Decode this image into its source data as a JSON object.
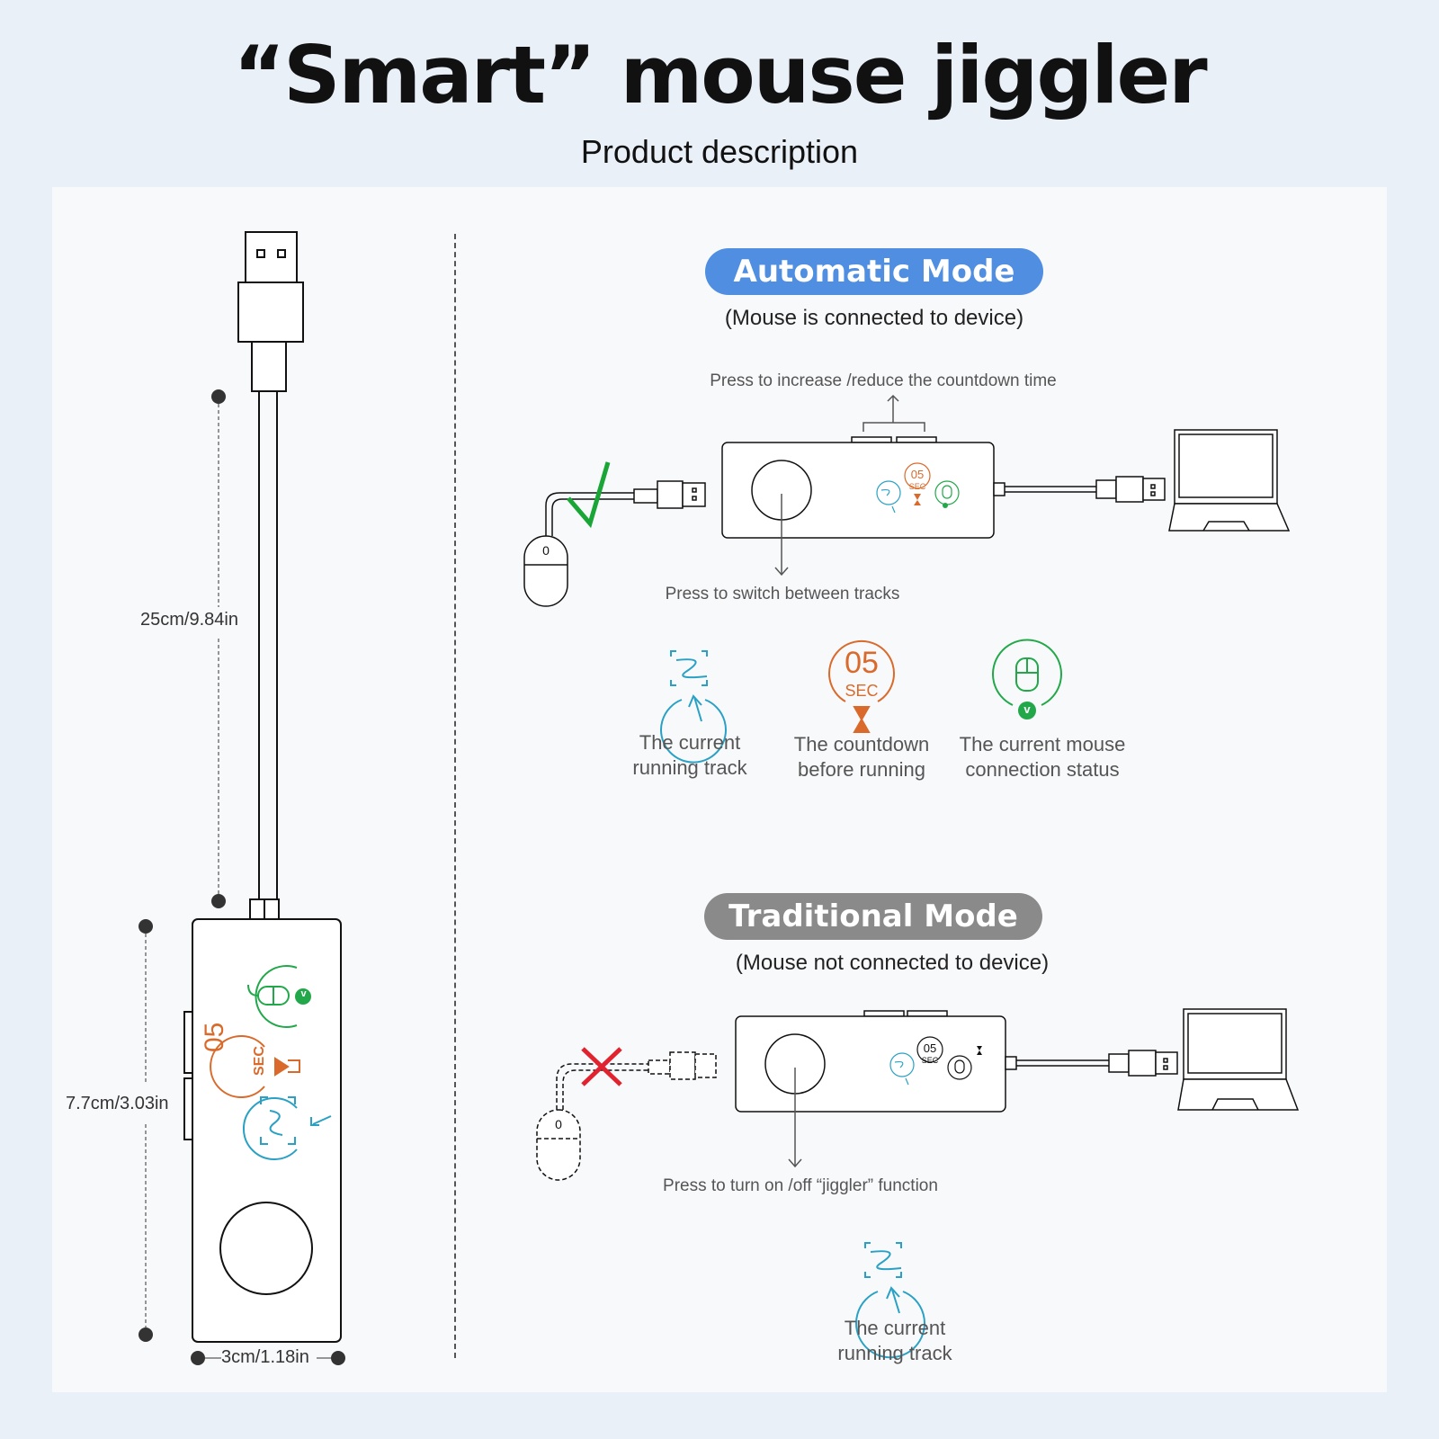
{
  "header": {
    "title": "“Smart” mouse jiggler",
    "subtitle": "Product description"
  },
  "dimensions": {
    "cable_length": "25cm/9.84in",
    "device_length": "7.7cm/3.03in",
    "device_width": "3cm/1.18in"
  },
  "device_icons": {
    "countdown_number": "05",
    "countdown_unit": "SEC",
    "mouse_status_mark": "v"
  },
  "automatic_mode": {
    "title": "Automatic Mode",
    "condition": "(Mouse is connected to device)",
    "top_note": "Press to increase /reduce the countdown time",
    "bottom_note": "Press to switch between tracks",
    "mouse_button_label": "0",
    "connection_mark": "check",
    "legend": [
      {
        "icon": "track-icon",
        "line1": "The current",
        "line2": "running track"
      },
      {
        "icon": "countdown-icon",
        "line1": "The countdown",
        "line2": "before running"
      },
      {
        "icon": "mouse-status-icon",
        "line1": "The current mouse",
        "line2": "connection status"
      }
    ]
  },
  "traditional_mode": {
    "title": "Traditional Mode",
    "condition": "(Mouse not connected to device)",
    "bottom_note": "Press to turn on /off “jiggler” function",
    "mouse_button_label": "0",
    "connection_mark": "cross",
    "legend": [
      {
        "icon": "track-icon",
        "line1": "The current",
        "line2": "running track"
      }
    ]
  },
  "colors": {
    "blue_pill": "#4f8ee0",
    "grey_pill": "#8a8a8a",
    "track_teal": "#2aa1c4",
    "countdown_orange": "#d96a2b",
    "status_green": "#22a84a",
    "check_green": "#19a637",
    "cross_red": "#e0232e"
  }
}
